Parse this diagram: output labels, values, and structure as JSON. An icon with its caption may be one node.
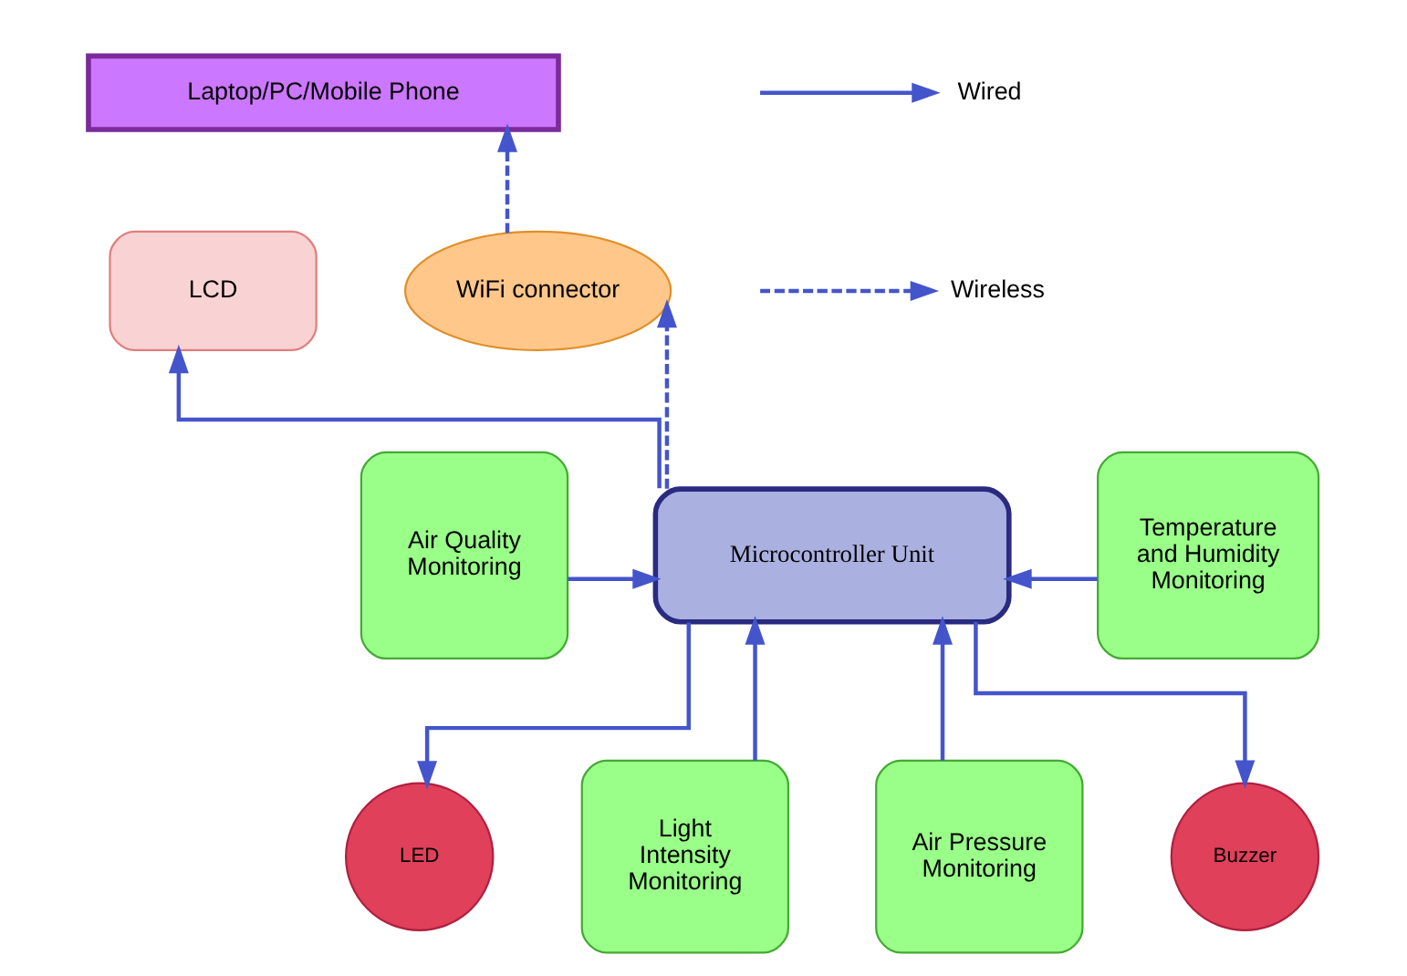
{
  "diagram": {
    "nodes": [
      {
        "text": [
          "Laptop/PC/Mobile Phone"
        ]
      },
      {
        "text": [
          "LCD"
        ]
      },
      {
        "text": [
          "WiFi connector"
        ]
      },
      {
        "text": [
          "Air Quality Monitoring"
        ]
      },
      {
        "text": [
          "Microcontroller Unit"
        ]
      },
      {
        "text": [
          "Temperature and Humidity Monitoring"
        ]
      },
      {
        "text": [
          "LED"
        ]
      },
      {
        "text": [
          "Light Intensity Monitoring"
        ]
      },
      {
        "text": [
          "Air Pressure Monitoring"
        ]
      },
      {
        "text": [
          "Buzzer"
        ]
      }
    ],
    "edges": [
      {
        "from": 4,
        "to": 1,
        "arrow": "to"
      },
      {
        "from": 4,
        "to": 2,
        "arrow": "to",
        "style": "dashed"
      },
      {
        "from": 2,
        "to": 0,
        "arrow": "to",
        "style": "dashed"
      },
      {
        "from": 3,
        "to": 4,
        "arrow": "to"
      },
      {
        "from": 5,
        "to": 4,
        "arrow": "to"
      },
      {
        "from": 4,
        "to": 6,
        "arrow": "to"
      },
      {
        "from": 7,
        "to": 4,
        "arrow": "to"
      },
      {
        "from": 8,
        "to": 4,
        "arrow": "to"
      },
      {
        "from": 4,
        "to": 9,
        "arrow": "to"
      }
    ],
    "legend": [
      {
        "text": "Wired"
      },
      {
        "text": "Wireless"
      }
    ]
  }
}
